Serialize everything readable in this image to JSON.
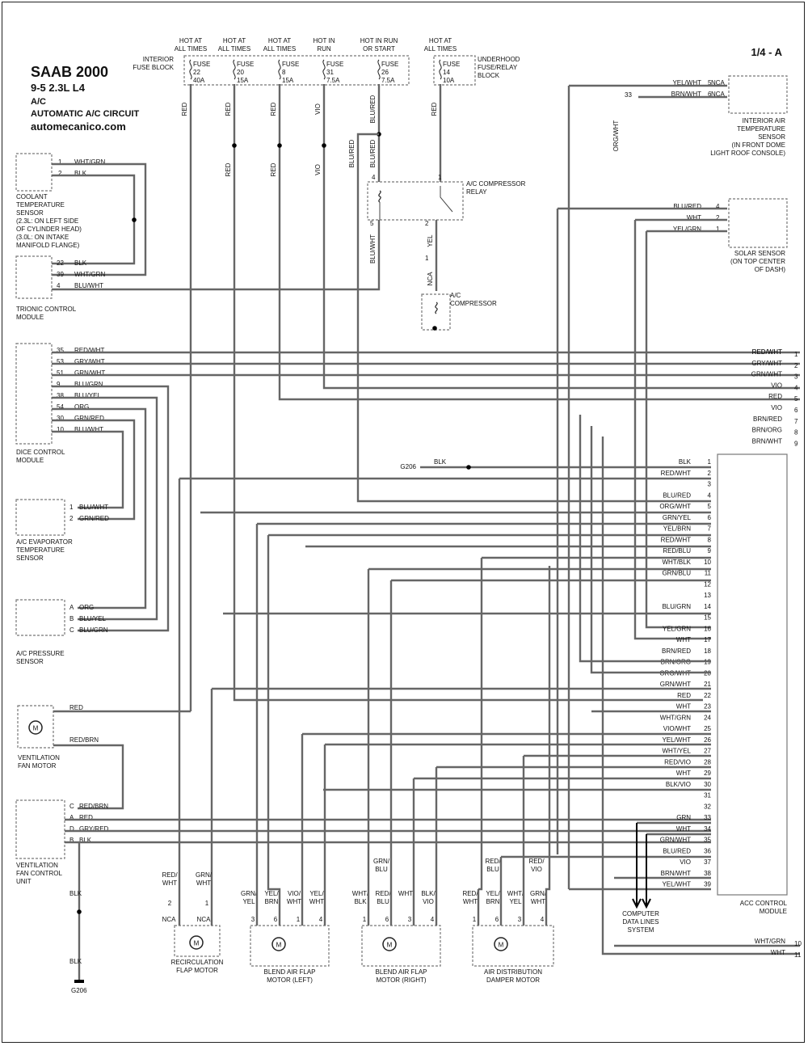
{
  "header": {
    "make_model": "SAAB 2000",
    "engine": "9-5   2.3L  L4",
    "system": "A/C",
    "circuit": "AUTOMATIC A/C CIRCUIT",
    "site": "automecanico.com",
    "page_code": "1/4 - A"
  },
  "fuse_block": {
    "interior_label": [
      "INTERIOR",
      "FUSE BLOCK"
    ],
    "underhood_label": [
      "UNDERHOOD",
      "FUSE/RELAY",
      "BLOCK"
    ],
    "fuses": [
      {
        "hot": [
          "HOT AT",
          "ALL TIMES"
        ],
        "lines": [
          "FUSE",
          "22",
          "40A"
        ],
        "wire": "RED"
      },
      {
        "hot": [
          "HOT AT",
          "ALL TIMES"
        ],
        "lines": [
          "FUSE",
          "20",
          "15A"
        ],
        "wire": "RED"
      },
      {
        "hot": [
          "HOT AT",
          "ALL TIMES"
        ],
        "lines": [
          "FUSE",
          "8",
          "15A"
        ],
        "wire": "RED"
      },
      {
        "hot": [
          "HOT IN",
          "RUN"
        ],
        "lines": [
          "FUSE",
          "31",
          "7.5A"
        ],
        "wire": "VIO"
      },
      {
        "hot": [
          "HOT IN RUN",
          "OR START"
        ],
        "lines": [
          "FUSE",
          "26",
          "7.5A"
        ],
        "wire": "BLU/RED"
      },
      {
        "hot": [
          "HOT AT",
          "ALL TIMES"
        ],
        "lines": [
          "FUSE",
          "14",
          "10A"
        ],
        "wire": "RED"
      }
    ]
  },
  "components": {
    "coolant_sensor": [
      "COOLANT",
      "TEMPERATURE",
      "SENSOR",
      "(2.3L: ON LEFT SIDE",
      "OF CYLINDER HEAD)",
      "(3.0L: ON INTAKE",
      "MANIFOLD FLANGE)"
    ],
    "trionic": [
      "TRIONIC CONTROL",
      "MODULE"
    ],
    "dice": [
      "DICE CONTROL",
      "MODULE"
    ],
    "evap_sensor": [
      "A/C EVAPORATOR",
      "TEMPERATURE",
      "SENSOR"
    ],
    "pressure_sensor": [
      "A/C PRESSURE",
      "SENSOR"
    ],
    "vent_fan_motor": [
      "VENTILATION",
      "FAN MOTOR"
    ],
    "vent_fan_ctrl": [
      "VENTILATION",
      "FAN CONTROL",
      "UNIT"
    ],
    "relay": [
      "A/C COMPRESSOR",
      "RELAY"
    ],
    "compressor": [
      "A/C",
      "COMPRESSOR"
    ],
    "interior_air": [
      "INTERIOR AIR",
      "TEMPERATURE",
      "SENSOR",
      "(IN FRONT DOME",
      "LIGHT ROOF CONSOLE)"
    ],
    "solar": [
      "SOLAR SENSOR",
      "(ON TOP CENTER",
      "OF DASH)"
    ],
    "acc": [
      "ACC CONTROL",
      "MODULE"
    ],
    "cdl": [
      "COMPUTER",
      "DATA LINES",
      "SYSTEM"
    ],
    "recirc": [
      "RECIRCULATION",
      "FLAP MOTOR"
    ],
    "blend_left": [
      "BLEND AIR FLAP",
      "MOTOR (LEFT)"
    ],
    "blend_right": [
      "BLEND AIR FLAP",
      "MOTOR (RIGHT)"
    ],
    "air_dist": [
      "AIR DISTRIBUTION",
      "DAMPER MOTOR"
    ],
    "ground": "G206"
  },
  "coolant_pins": [
    [
      "1",
      "WHT/GRN"
    ],
    [
      "2",
      "BLK"
    ]
  ],
  "trionic_pins": [
    [
      "22",
      "BLK"
    ],
    [
      "39",
      "WHT/GRN"
    ],
    [
      "4",
      "BLU/WHT"
    ]
  ],
  "dice_pins": [
    [
      "35",
      "RED/WHT"
    ],
    [
      "53",
      "GRY/WHT"
    ],
    [
      "51",
      "GRN/WHT"
    ],
    [
      "9",
      "BLU/GRN"
    ],
    [
      "38",
      "BLU/YEL"
    ],
    [
      "54",
      "ORG"
    ],
    [
      "30",
      "GRN/RED"
    ],
    [
      "10",
      "BLU/WHT"
    ]
  ],
  "evap_pins": [
    [
      "1",
      "BLU/WHT"
    ],
    [
      "2",
      "GRN/RED"
    ]
  ],
  "pressure_pins": [
    [
      "A",
      "ORG"
    ],
    [
      "B",
      "BLU/YEL"
    ],
    [
      "C",
      "BLU/GRN"
    ]
  ],
  "vent_motor_wires": [
    "RED",
    "RED/BRN"
  ],
  "vent_ctrl_pins": [
    [
      "C",
      "RED/BRN"
    ],
    [
      "A",
      "RED"
    ],
    [
      "D",
      "GRY/RED"
    ],
    [
      "B",
      "BLK"
    ]
  ],
  "relay_pins": [
    "4",
    "1",
    "5",
    "2"
  ],
  "relay_wires": [
    "BLU/RED",
    "BLU/RED",
    "BLU/WHT",
    "YEL",
    "NCA",
    "1"
  ],
  "interior_air_pins": [
    [
      "YEL/WHT",
      "5",
      "NCA"
    ],
    [
      "BRN/WHT",
      "6",
      "NCA"
    ]
  ],
  "interior_air_extra": [
    "33",
    "ORG/WHT"
  ],
  "solar_pins": [
    [
      "BLU/RED",
      "4"
    ],
    [
      "WHT",
      "2"
    ],
    [
      "YEL/GRN",
      "1"
    ]
  ],
  "right_edge": [
    [
      "RED/WHT",
      "1"
    ],
    [
      "GRY/WHT",
      "2"
    ],
    [
      "GRN/WHT",
      "3"
    ],
    [
      "VIO",
      "4"
    ],
    [
      "RED",
      "5"
    ],
    [
      "VIO",
      "6"
    ],
    [
      "BRN/RED",
      "7"
    ],
    [
      "BRN/ORG",
      "8"
    ],
    [
      "BRN/WHT",
      "9"
    ]
  ],
  "g206_wire": "BLK",
  "acc_pins": [
    [
      "BLK",
      "1"
    ],
    [
      "RED/WHT",
      "2"
    ],
    [
      "",
      "3"
    ],
    [
      "BLU/RED",
      "4"
    ],
    [
      "ORG/WHT",
      "5"
    ],
    [
      "GRN/YEL",
      "6"
    ],
    [
      "YEL/BRN",
      "7"
    ],
    [
      "RED/WHT",
      "8"
    ],
    [
      "RED/BLU",
      "9"
    ],
    [
      "WHT/BLK",
      "10"
    ],
    [
      "GRN/BLU",
      "11"
    ],
    [
      "",
      "12"
    ],
    [
      "",
      "13"
    ],
    [
      "BLU/GRN",
      "14"
    ],
    [
      "",
      "15"
    ],
    [
      "YEL/GRN",
      "16"
    ],
    [
      "WHT",
      "17"
    ],
    [
      "BRN/RED",
      "18"
    ],
    [
      "BRN/ORG",
      "19"
    ],
    [
      "ORG/WHT",
      "20"
    ],
    [
      "GRN/WHT",
      "21"
    ],
    [
      "RED",
      "22"
    ],
    [
      "WHT",
      "23"
    ],
    [
      "WHT/GRN",
      "24"
    ],
    [
      "VIO/WHT",
      "25"
    ],
    [
      "YEL/WHT",
      "26"
    ],
    [
      "WHT/YEL",
      "27"
    ],
    [
      "RED/VIO",
      "28"
    ],
    [
      "WHT",
      "29"
    ],
    [
      "BLK/VIO",
      "30"
    ],
    [
      "",
      "31"
    ],
    [
      "",
      "32"
    ],
    [
      "GRN",
      "33"
    ],
    [
      "WHT",
      "34"
    ],
    [
      "GRN/WHT",
      "35"
    ],
    [
      "BLU/RED",
      "36"
    ],
    [
      "VIO",
      "37"
    ],
    [
      "BRN/WHT",
      "38"
    ],
    [
      "YEL/WHT",
      "39"
    ]
  ],
  "bottom_right": [
    [
      "WHT/GRN",
      "10"
    ],
    [
      "WHT",
      "11"
    ]
  ],
  "recirc_wires": {
    "a": [
      "RED/",
      "WHT"
    ],
    "b": [
      "GRN/",
      "WHT"
    ],
    "pins": [
      "2",
      "1"
    ],
    "nca": "NCA"
  },
  "blend_left_wires": [
    [
      "GRN/",
      "YEL"
    ],
    [
      "YEL/",
      "BRN"
    ],
    [
      "VIO/",
      "WHT"
    ],
    [
      "YEL/",
      "WHT"
    ]
  ],
  "blend_right_wires": [
    [
      "WHT/",
      "BLK"
    ],
    [
      "RED/",
      "BLU"
    ],
    [
      "WHT",
      ""
    ],
    [
      "BLK/",
      "VIO"
    ]
  ],
  "blend_right_top": [
    "GRN/",
    "BLU"
  ],
  "air_dist_wires": [
    [
      "RED/",
      "WHT"
    ],
    [
      "YEL/",
      "BRN"
    ],
    [
      "WHT/",
      "YEL"
    ],
    [
      "GRN/",
      "WHT"
    ]
  ],
  "air_dist_top": [
    [
      "RED/",
      "BLU"
    ],
    [
      "RED/",
      "VIO"
    ]
  ],
  "motor_pins": [
    "3",
    "6",
    "1",
    "4"
  ],
  "motor_pins_b": [
    "1",
    "6",
    "3",
    "4"
  ],
  "motor_symbol": "M",
  "blk": "BLK"
}
